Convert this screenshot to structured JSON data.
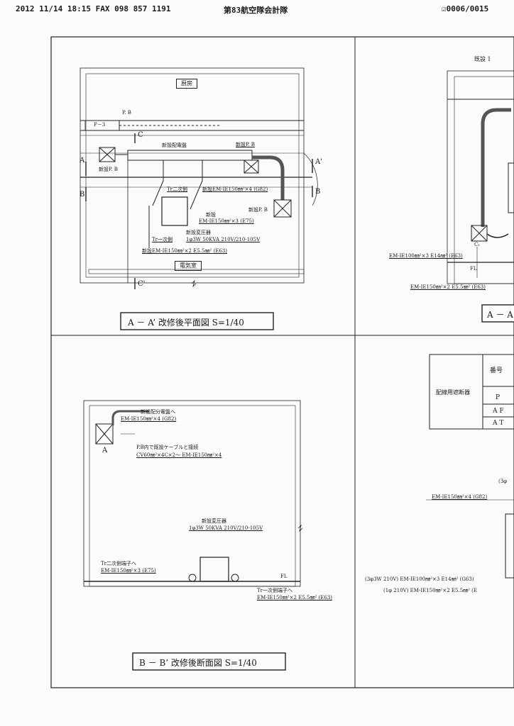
{
  "header": {
    "fax_line": "2012 11/14 18:15 FAX  098 857 1191",
    "sender": "第83航空隊会計隊",
    "page": "0006/0015"
  },
  "plan": {
    "kitchen": "厨房",
    "pb_label": "P. B",
    "p3": "P－3",
    "sec_c_top": "C",
    "sec_c_bottom": "C'",
    "sec_a": "A",
    "sec_a2": "A'",
    "sec_b": "B",
    "sec_b2": "B'",
    "new_panel": "新設配電盤",
    "new_pb_left": "新設P. B",
    "new_pb_top": "新設P. B",
    "new_pb_right": "新設P. B",
    "tr_secondary": "Tr二次側",
    "cable_g82": "新設EM-IE150㎜²×4 (G82)",
    "new_label": "新設",
    "cable_e75": "EM-IE150㎜²×3 (E75)",
    "new_transformer": "新設変圧器",
    "transformer_spec": "1φ3W 50KVA 210V/210-105V",
    "tr_primary": "Tr一次側",
    "cable_e63": "新設EM-IE150㎜²×2 E5.5㎜² (E63)",
    "electric_room": "電気室",
    "title": "A － A’ 改修後平面図 S=1/40"
  },
  "section_b": {
    "new_dist_panel": "新設配分電盤へ",
    "cable_g82": "EM-IE150㎜²×4 (G82)",
    "label_a": "A",
    "pb_connect": "P.B内で既設ケーブルと接続",
    "cv_cable": "CV60㎜²×4C×2～ EM-IE150㎜²×4",
    "new_transformer": "新設変圧器",
    "transformer_spec": "1φ3W 50KVA 210V/210-105V",
    "tr_secondary_term": "Tr二次側端子へ",
    "cable_e75": "EM-IE150㎜²×3 (E75)",
    "fl": "FL",
    "tr_primary_term": "Tr一次側端子へ",
    "cable_e63": "EM-IE150㎜²×2 E5.5㎜² (E63)",
    "title": "B － B’ 改修後断面図 S=1/40"
  },
  "right_top": {
    "existing": "既設 1",
    "c1": "C₁",
    "cable_e63a": "EM-IE100㎜²×3 E14㎜² (E63)",
    "fl": "FL",
    "cable_e63b": "EM-IE150㎜²×2 E5.5㎜² (E63)",
    "title": "A － A"
  },
  "right_bottom": {
    "table_header": "番号",
    "breaker": "配線用遮断器",
    "row_p": "P",
    "row_af": "A F",
    "row_at": "A T",
    "phase_note": "(3φ",
    "cable_g82": "EM-IE150㎜²×4 (G82)",
    "line_3phase": "(3φ3W 210V)   EM-IE100㎜²×3 E14㎜² (G63)",
    "line_1phase": "(1φ 210V)   EM-IE150㎜²×2 E5.5㎜² (E"
  }
}
